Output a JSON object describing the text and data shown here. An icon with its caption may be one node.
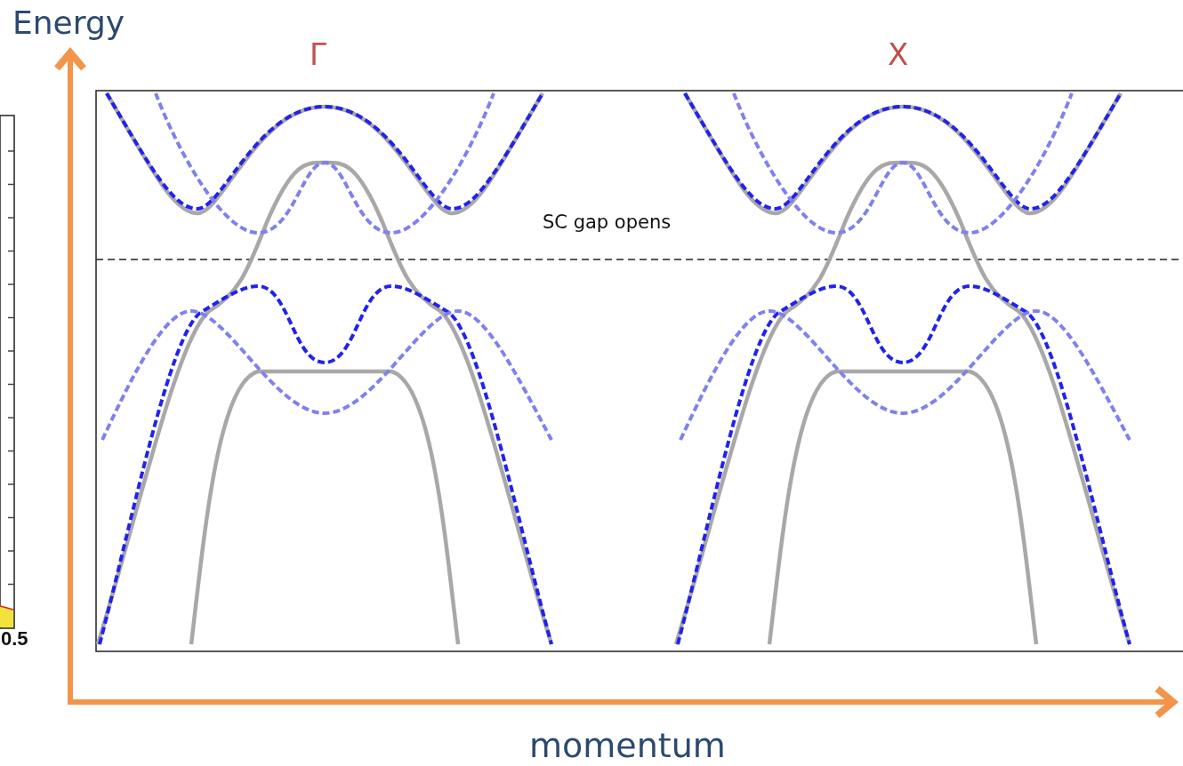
{
  "diagram": {
    "labels": [
      "Energy",
      "Γ",
      "X",
      "SC gap opens",
      "0.5",
      "momentum"
    ]
  }
}
